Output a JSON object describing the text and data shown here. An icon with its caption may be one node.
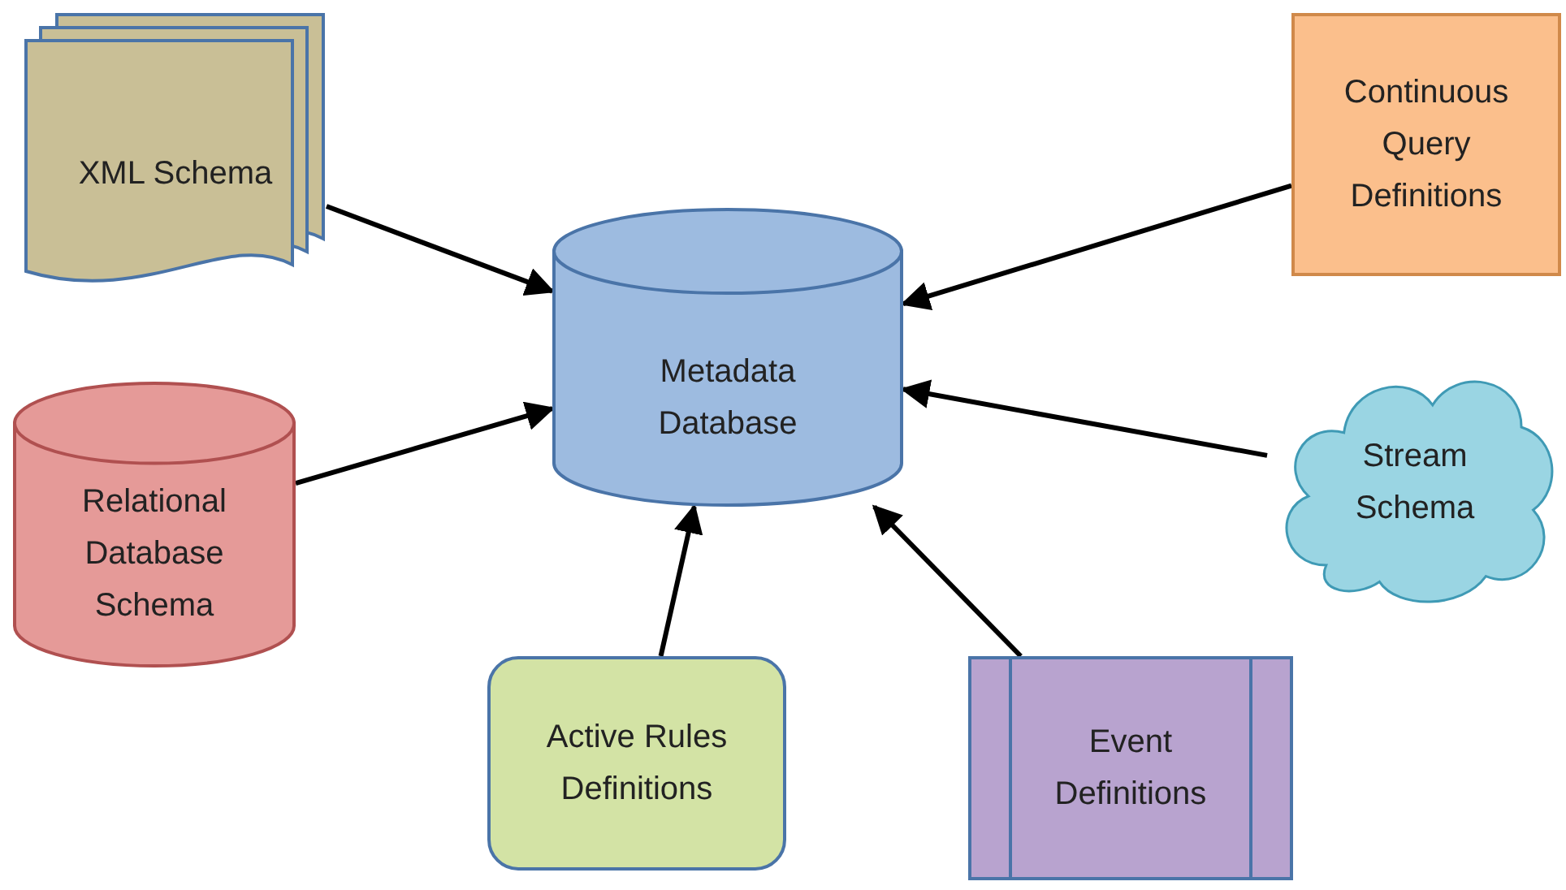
{
  "diagram": {
    "nodes": [
      {
        "text": [
          "Metadata Database"
        ]
      },
      {
        "text": [
          "XML Schema"
        ]
      },
      {
        "text": [
          "Continuous Query Definitions"
        ]
      },
      {
        "text": [
          "Relational Database Schema"
        ]
      },
      {
        "text": [
          "Stream Schema"
        ]
      },
      {
        "text": [
          "Active Rules Definitions"
        ]
      },
      {
        "text": [
          "Event Definitions"
        ]
      }
    ],
    "edges": [
      {
        "from": 1,
        "to": 0,
        "arrow": "to"
      },
      {
        "from": 2,
        "to": 0,
        "arrow": "to"
      },
      {
        "from": 3,
        "to": 0,
        "arrow": "to"
      },
      {
        "from": 4,
        "to": 0,
        "arrow": "to"
      },
      {
        "from": 5,
        "to": 0,
        "arrow": "to"
      },
      {
        "from": 6,
        "to": 0,
        "arrow": "to"
      }
    ]
  }
}
